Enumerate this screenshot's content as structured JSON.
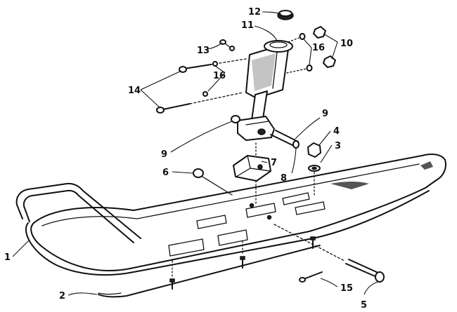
{
  "diagram": {
    "callouts": [
      "1",
      "2",
      "3",
      "4",
      "5",
      "6",
      "7",
      "8",
      "9",
      "9",
      "10",
      "11",
      "12",
      "13",
      "14",
      "15",
      "16",
      "16"
    ]
  }
}
